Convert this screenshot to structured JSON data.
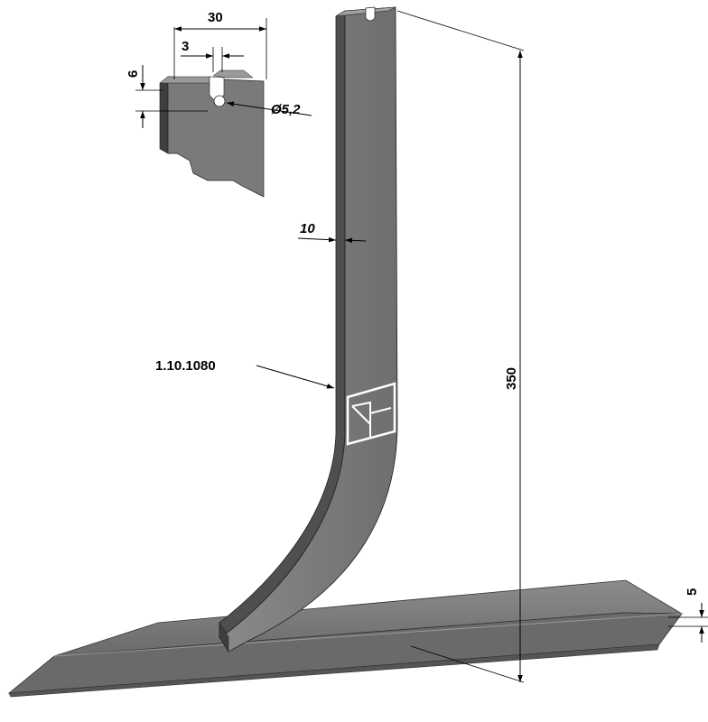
{
  "part_number": "1.10.1080",
  "dimensions": {
    "height": "350",
    "width": "10",
    "thickness": "5",
    "slot_width": "30",
    "slot_offset": "3",
    "slot_depth": "6",
    "hole_diameter": "Ø5,2"
  },
  "colors": {
    "metal_face": "#7a7a7a",
    "metal_dark": "#4a4a4a",
    "metal_light": "#a8a8a8",
    "line": "#000000",
    "background": "#ffffff"
  }
}
